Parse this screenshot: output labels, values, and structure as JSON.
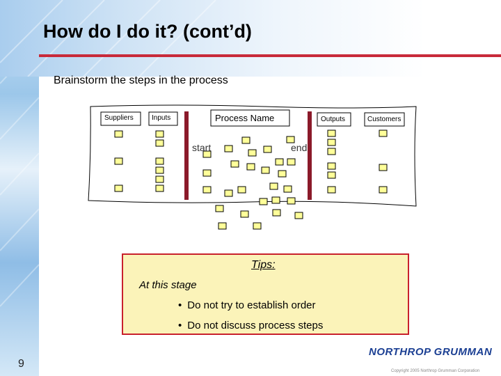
{
  "slide": {
    "title": "How do I do it? (cont’d)",
    "subtitle": "Brainstorm the steps in the process",
    "page_number": "9"
  },
  "diagram": {
    "suppliers_label": "Suppliers",
    "inputs_label": "Inputs",
    "process_name_label": "Process Name",
    "outputs_label": "Outputs",
    "customers_label": "Customers",
    "start_label": "start",
    "end_label": "end",
    "note_color": "#ffff99",
    "bar_color": "#8b1a2a"
  },
  "tips": {
    "title": "Tips:",
    "stage": "At this stage",
    "bullets": [
      "Do not try to establish order",
      "Do not discuss process steps"
    ],
    "bullet_glyph": "•"
  },
  "footer": {
    "logo_text": "NORTHROP GRUMMAN",
    "copyright": "Copyright 2005 Northrop Grumman Corporation"
  }
}
